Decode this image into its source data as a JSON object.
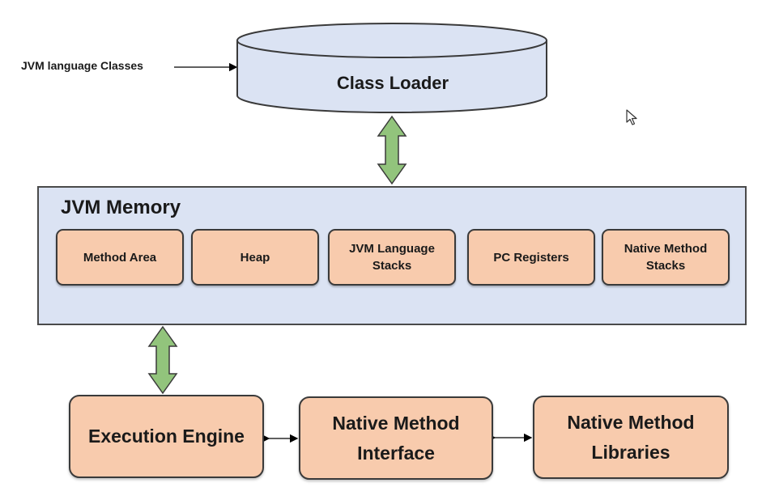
{
  "input": {
    "label": "JVM language Classes"
  },
  "class_loader": {
    "label": "Class Loader"
  },
  "memory": {
    "title": "JVM Memory",
    "areas": [
      {
        "label": "Method Area"
      },
      {
        "label": "Heap"
      },
      {
        "label": "JVM Language Stacks"
      },
      {
        "label": "PC Registers"
      },
      {
        "label": "Native Method Stacks"
      }
    ]
  },
  "execution_engine": {
    "label": "Execution Engine"
  },
  "native_interface": {
    "label": "Native Method Interface"
  },
  "native_libraries": {
    "label": "Native Method Libraries"
  },
  "colors": {
    "component_fill": "#f8cbad",
    "memory_fill": "#dbe3f3",
    "cylinder_fill": "#dbe3f3",
    "arrow_fill": "#92c47c",
    "outline": "#3a3a3a"
  }
}
